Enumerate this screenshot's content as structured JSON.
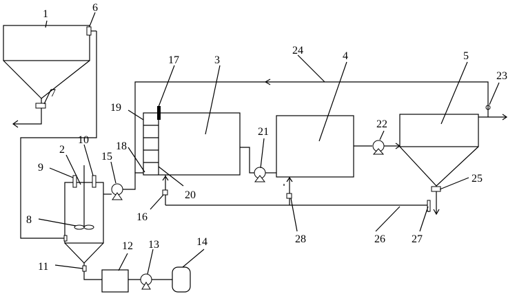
{
  "labels": {
    "n1": "1",
    "n2": "2",
    "n3": "3",
    "n4": "4",
    "n5": "5",
    "n6": "6",
    "n7": "7",
    "n8": "8",
    "n9": "9",
    "n10": "10",
    "n11": "11",
    "n12": "12",
    "n13": "13",
    "n14": "14",
    "n15": "15",
    "n16": "16",
    "n17": "17",
    "n18": "18",
    "n19": "19",
    "n20": "20",
    "n21": "21",
    "n22": "22",
    "n23": "23",
    "n24": "24",
    "n25": "25",
    "n26": "26",
    "n27": "27",
    "n28": "28"
  },
  "colors": {
    "line": "#000000",
    "background": "#ffffff"
  }
}
